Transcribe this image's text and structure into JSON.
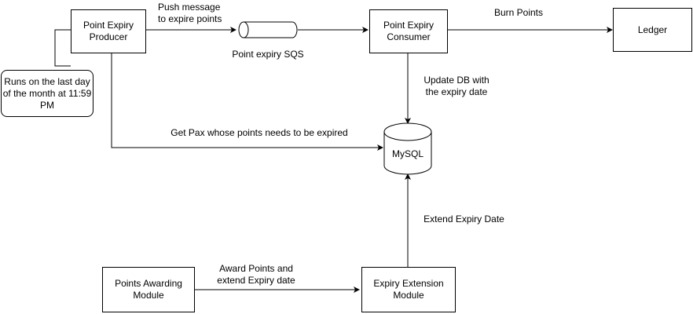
{
  "nodes": {
    "producer": "Point Expiry Producer",
    "consumer": "Point Expiry Consumer",
    "ledger": "Ledger",
    "scheduler_note": "Runs on the last day of the month at 11:59 PM",
    "queue_caption": "Point expiry SQS",
    "database": "MySQL",
    "awarding": "Points Awarding Module",
    "extension": "Expiry Extension Module"
  },
  "edges": {
    "producer_to_queue": "Push message to expire points",
    "consumer_to_ledger": "Burn Points",
    "consumer_to_db": "Update DB with the expiry date",
    "producer_to_db": "Get Pax whose points needs to be expired",
    "extension_to_db": "Extend Expiry Date",
    "awarding_to_extension": "Award Points and extend Expiry date"
  },
  "colors": {
    "stroke": "#000000",
    "fill": "#ffffff",
    "text": "#000000"
  }
}
